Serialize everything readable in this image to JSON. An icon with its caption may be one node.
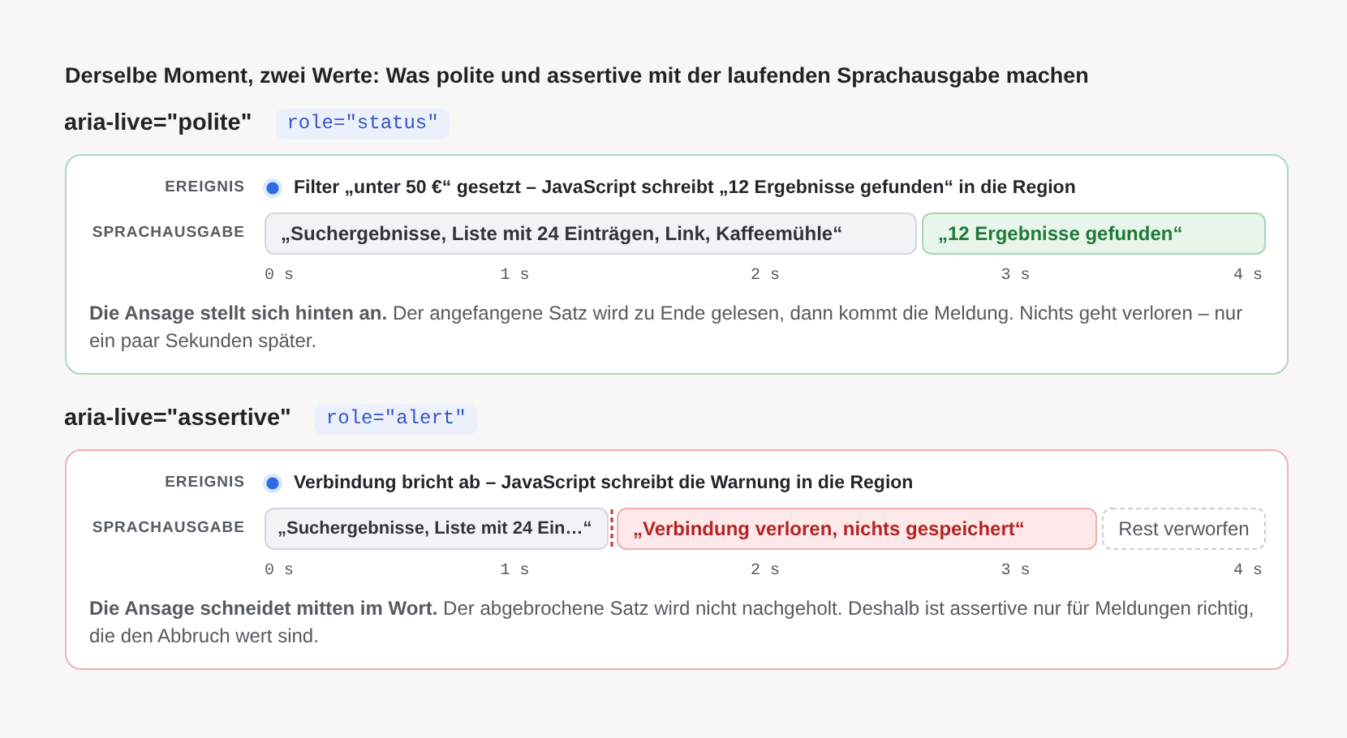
{
  "diagram": {
    "title": "Derselbe Moment, zwei Werte: Was polite und assertive mit der laufenden Sprachausgabe machen",
    "nodes": [
      {
        "text": [
          "aria-live=\"polite\"",
          "EREIGNIS",
          "Filter „unter 50 €“ gesetzt – JavaScript schreibt „12 Ergebnisse gefunden“ in die Region",
          "SPRACHAUSGABE",
          "0 s",
          "1 s",
          "2 s",
          "3 s",
          "4 s",
          "**Die Ansage stellt sich hinten an.** Der angefangene Satz wird zu Ende gelesen, dann kommt die Meldung. Nichts geht verloren – nur ein paar Sekunden später."
        ]
      },
      {
        "text": [
          "role=\"status\""
        ]
      },
      {
        "text": [
          "„Suchergebnisse, Liste mit 24 Einträgen, Link, Kaffeemühle“"
        ],
        "in": 0
      },
      {
        "text": [
          "„12 Ergebnisse gefunden“"
        ],
        "in": 0
      },
      {
        "text": [
          "aria-live=\"assertive\"",
          "EREIGNIS",
          "Verbindung bricht ab – JavaScript schreibt die Warnung in die Region",
          "SPRACHAUSGABE",
          "0 s",
          "1 s",
          "2 s",
          "3 s",
          "4 s",
          "**Die Ansage schneidet mitten im Wort.** Der abgebrochene Satz wird nicht nachgeholt. Deshalb ist assertive nur für Meldungen richtig, die den Abbruch wert sind."
        ]
      },
      {
        "text": [
          "role=\"alert\""
        ]
      },
      {
        "text": [
          "„Suchergebnisse, Liste mit 24 Ein…“"
        ],
        "in": 4
      },
      {
        "text": [
          "„Verbindung verloren, nichts gespeichert“"
        ],
        "in": 4
      },
      {
        "text": [
          "Rest verworfen"
        ],
        "in": 4
      }
    ]
  }
}
